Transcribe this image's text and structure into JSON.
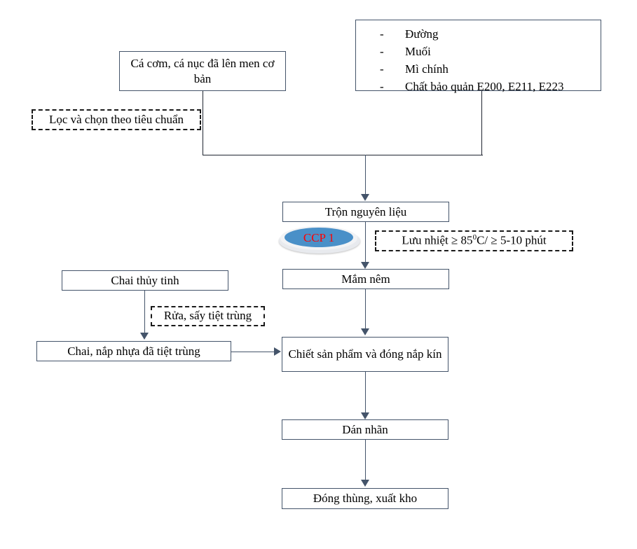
{
  "diagram": {
    "title": "Quy trinh san xuat mam nem",
    "colors": {
      "box_border": "#44546a",
      "dashed_border": "#1a1a1a",
      "ccp_fill": "#4a90c8",
      "ccp_text": "#ff0000",
      "connector": "#44546a",
      "background": "#ffffff"
    },
    "nodes": {
      "raw_fish": "Cá cơm, cá nục đã lên men cơ bản",
      "filter_note": "Lọc và chọn theo tiêu chuẩn",
      "ingredients_items": [
        "Đường",
        "Muối",
        "Mì chính",
        "Chất bảo quản E200, E211, E223"
      ],
      "ingredients_bullet": "-",
      "mix": "Trộn nguyên liệu",
      "ccp_label": "CCP 1",
      "heat_note_prefix": "Lưu nhiệt ≥ 85",
      "heat_note_deg": "0",
      "heat_note_suffix": "C/ ≥ 5-10 phút",
      "mam_nem": "Mắm nêm",
      "glass_bottle": "Chai thủy tinh",
      "wash_note": "Rửa, sấy tiệt trùng",
      "sterile_bottle": "Chai, nắp nhựa đã tiệt trùng",
      "fill_cap": "Chiết sản phẩm và đóng nắp kín",
      "label_step": "Dán nhãn",
      "pack_ship": "Đóng thùng, xuất kho"
    }
  }
}
